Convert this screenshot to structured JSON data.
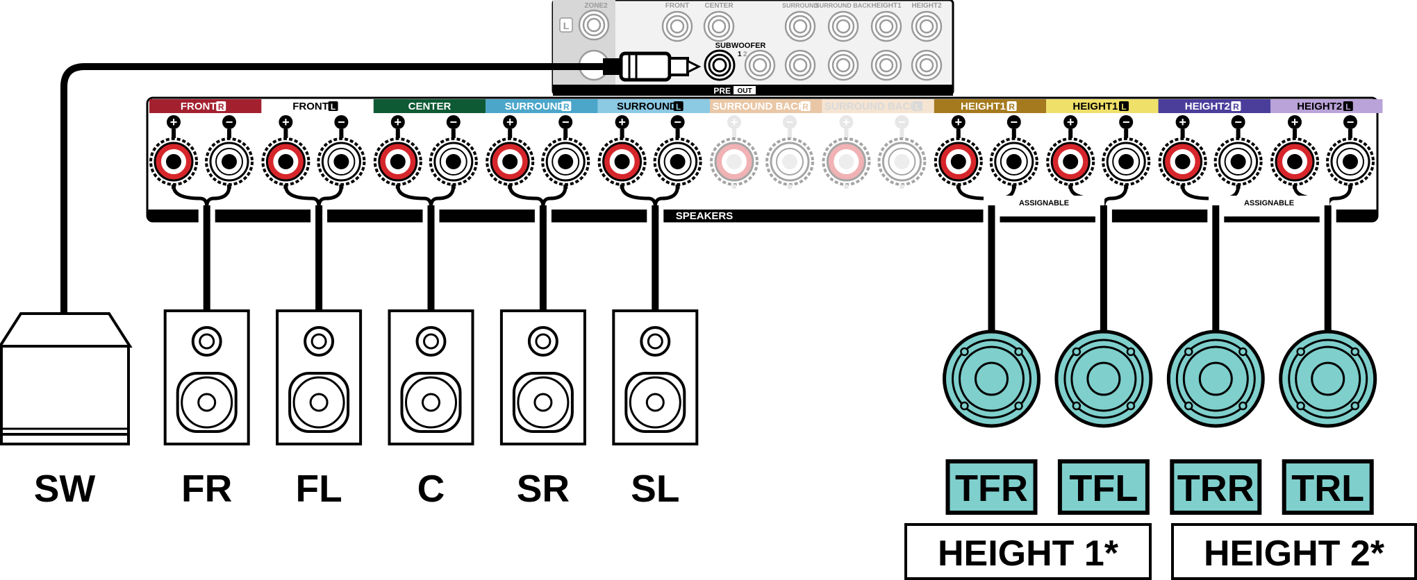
{
  "preout": {
    "zone2_label": "ZONE2",
    "zone2_badge": "L",
    "front_label": "FRONT",
    "center_label": "CENTER",
    "surround_label": "SURROUND",
    "surround_back_label": "SURROUND BACK",
    "height1_label": "HEIGHT1",
    "height2_label": "HEIGHT2",
    "subwoofer_label": "SUBWOOFER",
    "subwoofer_jack_1": "1",
    "subwoofer_jack_2": "2",
    "pre_label": "PRE",
    "out_label": "OUT"
  },
  "panel": {
    "channels": [
      {
        "name": "FRONT",
        "side": "R",
        "color": "#a3212f",
        "text_color": "#ffffff",
        "dimmed": false
      },
      {
        "name": "FRONT",
        "side": "L",
        "color": "#ffffff",
        "text_color": "#000000",
        "dimmed": false
      },
      {
        "name": "CENTER",
        "side": "",
        "color": "#0e5a35",
        "text_color": "#ffffff",
        "dimmed": false
      },
      {
        "name": "SURROUND",
        "side": "R",
        "color": "#4ba6c9",
        "text_color": "#ffffff",
        "dimmed": false
      },
      {
        "name": "SURROUND",
        "side": "L",
        "color": "#8cc9e3",
        "text_color": "#000000",
        "dimmed": false
      },
      {
        "name": "SURROUND BACK",
        "side": "R",
        "color": "#e9c7a6",
        "text_color": "#ffffff",
        "dimmed": true
      },
      {
        "name": "SURROUND BACK",
        "side": "L",
        "color": "#f5e4d2",
        "text_color": "#d9d9d9",
        "dimmed": true
      },
      {
        "name": "HEIGHT1",
        "side": "R",
        "color": "#a57a1e",
        "text_color": "#ffffff",
        "dimmed": false
      },
      {
        "name": "HEIGHT1",
        "side": "L",
        "color": "#efe069",
        "text_color": "#000000",
        "dimmed": false
      },
      {
        "name": "HEIGHT2",
        "side": "R",
        "color": "#4b3e9b",
        "text_color": "#ffffff",
        "dimmed": false
      },
      {
        "name": "HEIGHT2",
        "side": "L",
        "color": "#b9a3d8",
        "text_color": "#000000",
        "dimmed": false
      }
    ],
    "plus_sign": "+",
    "minus_sign": "−",
    "speakers_label": "SPEAKERS",
    "assignable_label_1": "ASSIGNABLE",
    "assignable_label_2": "ASSIGNABLE"
  },
  "speakers": {
    "subwoofer": "SW",
    "floor": [
      "FR",
      "FL",
      "C",
      "SR",
      "SL"
    ],
    "height": [
      "TFR",
      "TFL",
      "TRR",
      "TRL"
    ]
  },
  "height_groups": [
    "HEIGHT 1*",
    "HEIGHT 2*"
  ],
  "colors": {
    "positive_terminal": "#d6262b",
    "negative_terminal": "#ffffff",
    "ceiling_speaker": "#7fcfcc",
    "cable": "#000000"
  }
}
